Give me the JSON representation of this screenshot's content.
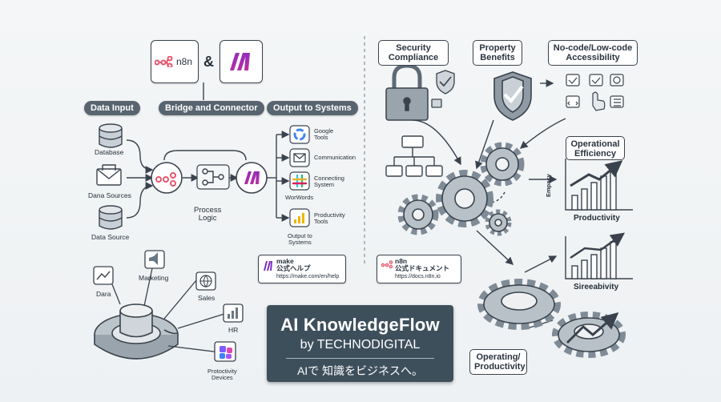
{
  "header": {
    "n8n_logo_text": "n8n",
    "amp": "&"
  },
  "left": {
    "sections": {
      "data_input": "Data Input",
      "bridge": "Bridge and Connector",
      "output": "Output to Systems"
    },
    "sources": {
      "database": "Database",
      "data_sources": "Dana Sources",
      "data_source": "Data Source"
    },
    "process": "Process\nLogic",
    "outputs": {
      "google": "Google\nTools",
      "communication": "Communication",
      "connecting": "Connecting\nSystem",
      "worwords": "WorWords",
      "productivity": "Productivity\nTools",
      "output_systems": "Output to\nSystems"
    },
    "make_card": {
      "title": "make\n公式ヘルプ",
      "url": "https://make.com/en/help"
    },
    "hub": {
      "data": "Dara",
      "marketing": "Marketing",
      "sales": "Sales",
      "hr": "HR",
      "devices": "Protoctivity\nDevices"
    }
  },
  "right": {
    "security": "Security\nCompliance",
    "property": "Property\nBenefits",
    "nocode": "No-code/Low-code\nAccessibility",
    "opeff": "Operational\nEfficiency",
    "empacy": "Empacy",
    "productivity": "Productivity",
    "sireabivity": "Sireeabivity",
    "operating": "Operating/\nProductivity",
    "n8n_card": {
      "title": "n8n\n公式ドキュメント",
      "url": "https://docs.n8n.io"
    }
  },
  "brand": {
    "title": "AI KnowledgeFlow",
    "by": "by TECHNODIGITAL",
    "tagline": "AIで 知識をビジネスへ。"
  },
  "colors": {
    "n8n": "#e8556d",
    "make": "#7b2fbe",
    "panel": "#3e4f5c",
    "pill": "#58646f",
    "ink": "#3a434d"
  }
}
